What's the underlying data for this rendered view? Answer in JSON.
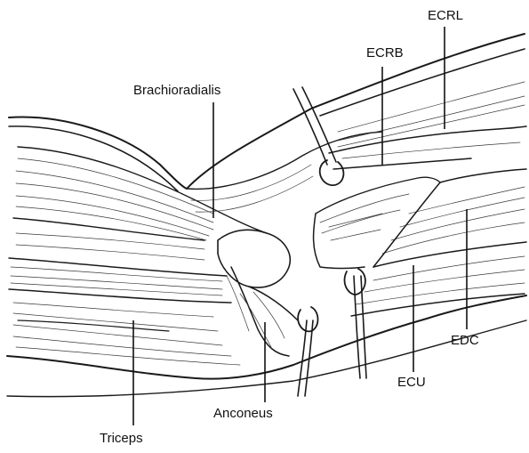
{
  "labels": {
    "ecrl": "ECRL",
    "ecrb": "ECRB",
    "brachioradialis": "Brachioradialis",
    "edc": "EDC",
    "ecu": "ECU",
    "anconeus": "Anconeus",
    "triceps": "Triceps"
  },
  "colors": {
    "ink": "#1a1a1a",
    "background": "#ffffff"
  }
}
